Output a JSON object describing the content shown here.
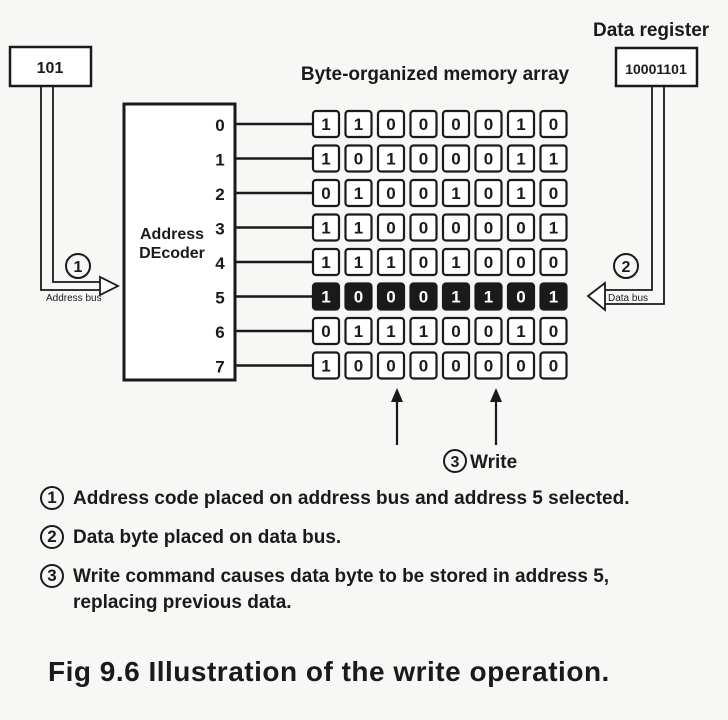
{
  "address_input": "101",
  "data_register": {
    "label": "Data register",
    "value": "10001101"
  },
  "array_title": "Byte-organized memory array",
  "decoder_label": [
    "Address",
    "DEcoder"
  ],
  "address_lines": [
    "0",
    "1",
    "2",
    "3",
    "4",
    "5",
    "6",
    "7"
  ],
  "memory": [
    [
      "1",
      "1",
      "0",
      "0",
      "0",
      "0",
      "1",
      "0"
    ],
    [
      "1",
      "0",
      "1",
      "0",
      "0",
      "0",
      "1",
      "1"
    ],
    [
      "0",
      "1",
      "0",
      "0",
      "1",
      "0",
      "1",
      "0"
    ],
    [
      "1",
      "1",
      "0",
      "0",
      "0",
      "0",
      "0",
      "1"
    ],
    [
      "1",
      "1",
      "1",
      "0",
      "1",
      "0",
      "0",
      "0"
    ],
    [
      "1",
      "0",
      "0",
      "0",
      "1",
      "1",
      "0",
      "1"
    ],
    [
      "0",
      "1",
      "1",
      "1",
      "0",
      "0",
      "1",
      "0"
    ],
    [
      "1",
      "0",
      "0",
      "0",
      "0",
      "0",
      "0",
      "0"
    ]
  ],
  "selected_row": 5,
  "address_bus": {
    "label": "Address bus",
    "step": "1"
  },
  "data_bus": {
    "label": "Data bus",
    "step": "2"
  },
  "write": {
    "label": "Write",
    "step": "3"
  },
  "steps": [
    {
      "num": "1",
      "text": "Address code placed on address bus and address 5 selected."
    },
    {
      "num": "2",
      "text": "Data byte placed on data bus."
    },
    {
      "num": "3",
      "text": "Write command causes data byte to be stored in address 5, replacing previous data."
    }
  ],
  "caption": "Fig 9.6 Illustration of the write operation."
}
